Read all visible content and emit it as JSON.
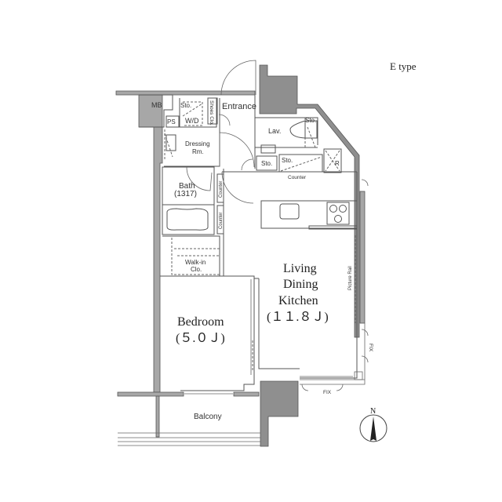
{
  "title": "E type",
  "rooms": {
    "mb": "MB",
    "ps": "PS",
    "sto_top": "Sto.",
    "wd": "W/D",
    "shoes": "Shoes Clo.",
    "entrance": "Entrance",
    "dressing": [
      "Dressing",
      "Rm."
    ],
    "lav": "Lav.",
    "sto_lav": "Sto.",
    "sto_small": "Sto.",
    "sto_counter": "Sto.",
    "refrigerator": "R",
    "counter_top": "Counter",
    "bath": [
      "Bath",
      "(1317)"
    ],
    "counter_side_1": "Counter",
    "counter_side_2": "Counter",
    "walkin": [
      "Walk-in",
      "Clo."
    ],
    "ldk": [
      "Living",
      "Dining",
      "Kitchen",
      "(１１.８Ｊ)"
    ],
    "bedroom": [
      "Bedroom",
      "(５.０Ｊ)"
    ],
    "balcony": "Balcony",
    "picture_rail": "Picture Rail",
    "fix_bottom": "FIX",
    "fix_right": "FIX"
  },
  "compass": {
    "label": "N"
  },
  "colors": {
    "wall": "#a7a7a7",
    "line": "#555555",
    "background": "#ffffff"
  }
}
